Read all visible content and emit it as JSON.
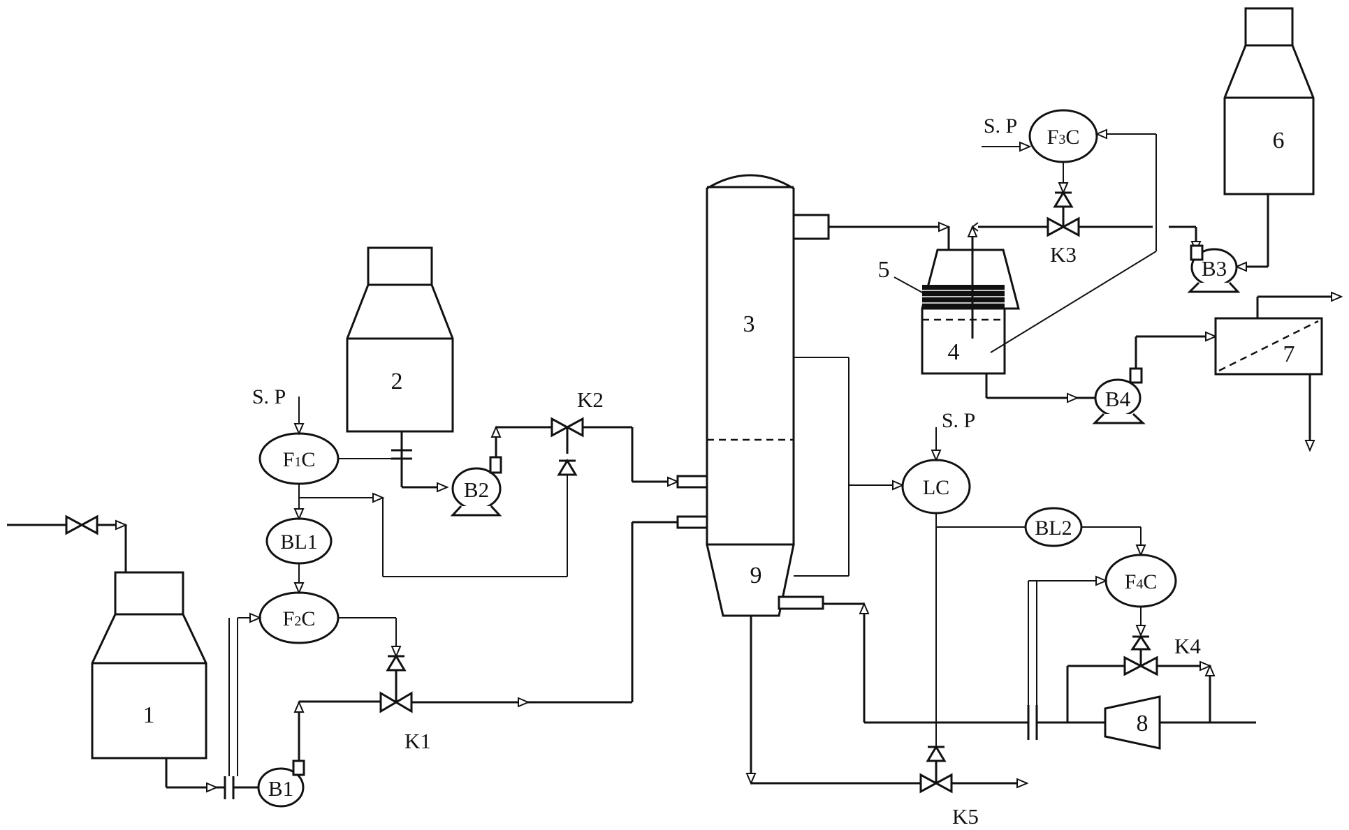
{
  "equipment": {
    "tank_1": "1",
    "tank_2": "2",
    "column_3": "3",
    "separator_4": "4",
    "packing_5": "5",
    "tank_6": "6",
    "filter_7": "7",
    "compressor_8": "8",
    "column_bottom_9": "9"
  },
  "pumps": {
    "b1": "B1",
    "b2": "B2",
    "b3": "B3",
    "b4": "B4"
  },
  "valves": {
    "k1": "K1",
    "k2": "K2",
    "k3": "K3",
    "k4": "K4",
    "k5": "K5"
  },
  "controllers": {
    "f1c": {
      "main": "F",
      "sub": "1",
      "tail": "C"
    },
    "f2c": {
      "main": "F",
      "sub": "2",
      "tail": "C"
    },
    "f3c": {
      "main": "F",
      "sub": "3",
      "tail": "C"
    },
    "f4c": {
      "main": "F",
      "sub": "4",
      "tail": "C"
    },
    "lc": "LC",
    "bl1": "BL1",
    "bl2": "BL2"
  },
  "setpoint_label": "S. P"
}
